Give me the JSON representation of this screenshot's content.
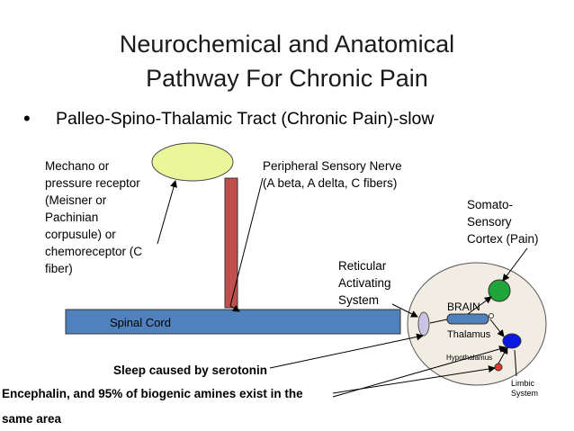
{
  "title": "Neurochemical and Anatomical\nPathway For Chronic Pain",
  "bullet": {
    "marker": "•",
    "text": "Palleo-Spino-Thalamic Tract (Chronic Pain)-slow"
  },
  "labels": {
    "receptor": "Mechano or\npressure receptor\n(Meisner or\nPachinian\ncorpusule) or\nchemoreceptor (C\nfiber)",
    "nerve": "Peripheral Sensory Nerve\n(A beta, A delta, C fibers)",
    "cortex": "Somato-\nSensory\nCortex (Pain)",
    "ras": "Reticular\nActivating\nSystem",
    "spinal_cord": "Spinal Cord",
    "brain": "BRAIN",
    "thalamus": "Thalamus",
    "hypothalamus": "Hypothalamus",
    "limbic": "Limbic\nSystem",
    "sleep": "Sleep caused by serotonin",
    "encephalin_1": "Encephalin, and 95% of biogenic amines exist in the",
    "encephalin_2": "same area"
  },
  "colors": {
    "receptor_fill": "#ebf59a",
    "nerve_fill": "#c0504d",
    "spinal_fill": "#4f81bd",
    "brain_fill": "#f2ede2",
    "ras_fill": "#c9c4e4",
    "thalamus_fill": "#4f81bd",
    "cortex_fill": "#1fa53a",
    "limbic_fill": "#0a19e0",
    "hypothalamus_fill": "#e5392b"
  }
}
